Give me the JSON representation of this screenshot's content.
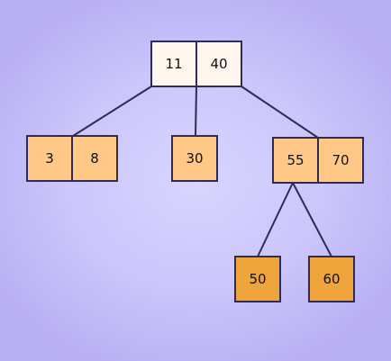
{
  "colors": {
    "root_fill": "#fff6ee",
    "internal_fill": "#ffc887",
    "leaf_fill": "#f0a43c",
    "border": "#2e2b55",
    "edge": "#2e2b55"
  },
  "tree": {
    "root": {
      "keys": [
        "11",
        "40"
      ]
    },
    "child_left": {
      "keys": [
        "3",
        "8"
      ]
    },
    "child_middle": {
      "keys": [
        "30"
      ]
    },
    "child_right": {
      "keys": [
        "55",
        "70"
      ]
    },
    "leaf_left": {
      "keys": [
        "50"
      ]
    },
    "leaf_right": {
      "keys": [
        "60"
      ]
    }
  }
}
